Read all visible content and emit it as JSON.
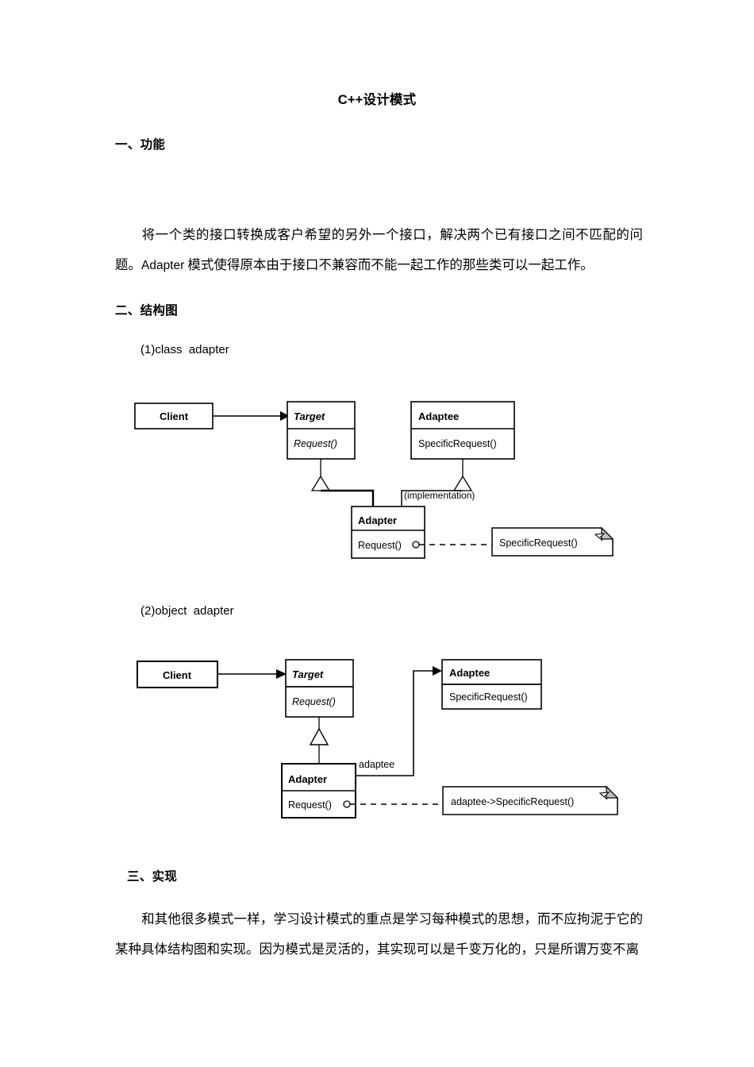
{
  "document": {
    "title": "C++设计模式",
    "sections": [
      {
        "heading": "一、功能"
      },
      {
        "heading": "二、结构图"
      },
      {
        "heading": "三、实现"
      }
    ],
    "paragraph_functions_line1": "将一个类的接口转换成客户希望的另外一个接口，解决两个已有接口之间不匹配的问题。",
    "paragraph_functions_latin": "Adapter",
    "paragraph_functions_line2": " 模式使得原本由于接口不兼容而不能一起工作的那些类可以一起工作。",
    "paragraph_impl": "和其他很多模式一样，学习设计模式的重点是学习每种模式的思想，而不应拘泥于它的某种具体结构图和实现。因为模式是灵活的，其实现可以是千变万化的，只是所谓万变不离"
  },
  "captions": {
    "class_adapter": "(1)class  adapter",
    "object_adapter": "(2)object  adapter"
  },
  "diagram_class": {
    "client": "Client",
    "target_name": "Target",
    "target_op": "Request()",
    "adaptee_name": "Adaptee",
    "adaptee_op": "SpecificRequest()",
    "adapter_name": "Adapter",
    "adapter_op": "Request()",
    "implementation_label": "(implementation)",
    "note": "SpecificRequest()"
  },
  "diagram_object": {
    "client": "Client",
    "target_name": "Target",
    "target_op": "Request()",
    "adaptee_name": "Adaptee",
    "adaptee_op": "SpecificRequest()",
    "adapter_name": "Adapter",
    "adapter_op": "Request()",
    "association_label": "adaptee",
    "note": "adaptee->SpecificRequest()"
  },
  "colors": {
    "ink": "#000000",
    "paper": "#ffffff",
    "note_fold": "#c0c0c0"
  }
}
